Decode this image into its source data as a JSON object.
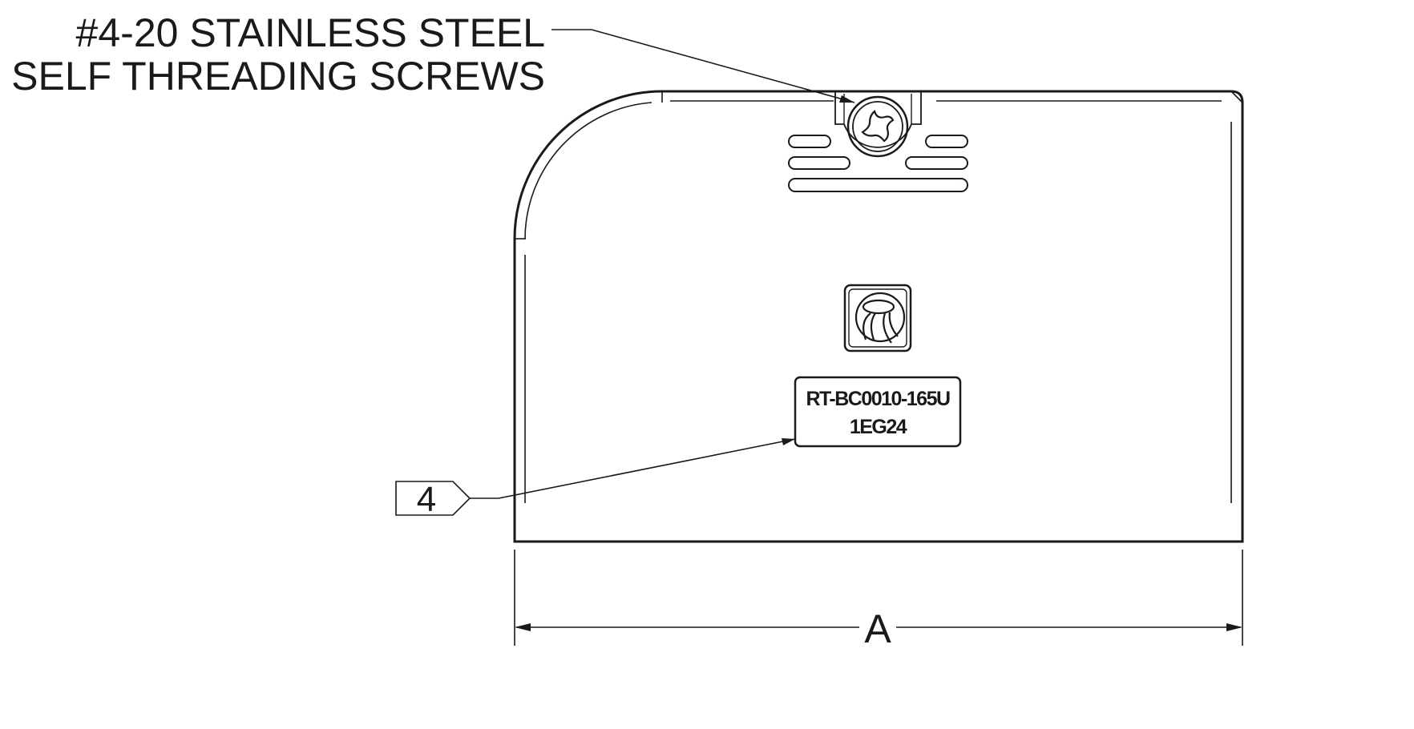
{
  "drawing": {
    "screw_callout": {
      "line1": "#4-20 STAINLESS STEEL",
      "line2": "SELF THREADING SCREWS"
    },
    "item_balloon": {
      "number": "4"
    },
    "nameplate": {
      "part_number": "RT-BC0010-165U",
      "code": "1EG24"
    },
    "dimension": {
      "label": "A"
    },
    "colors": {
      "line": "#1a1a1a",
      "background": "#ffffff"
    }
  }
}
